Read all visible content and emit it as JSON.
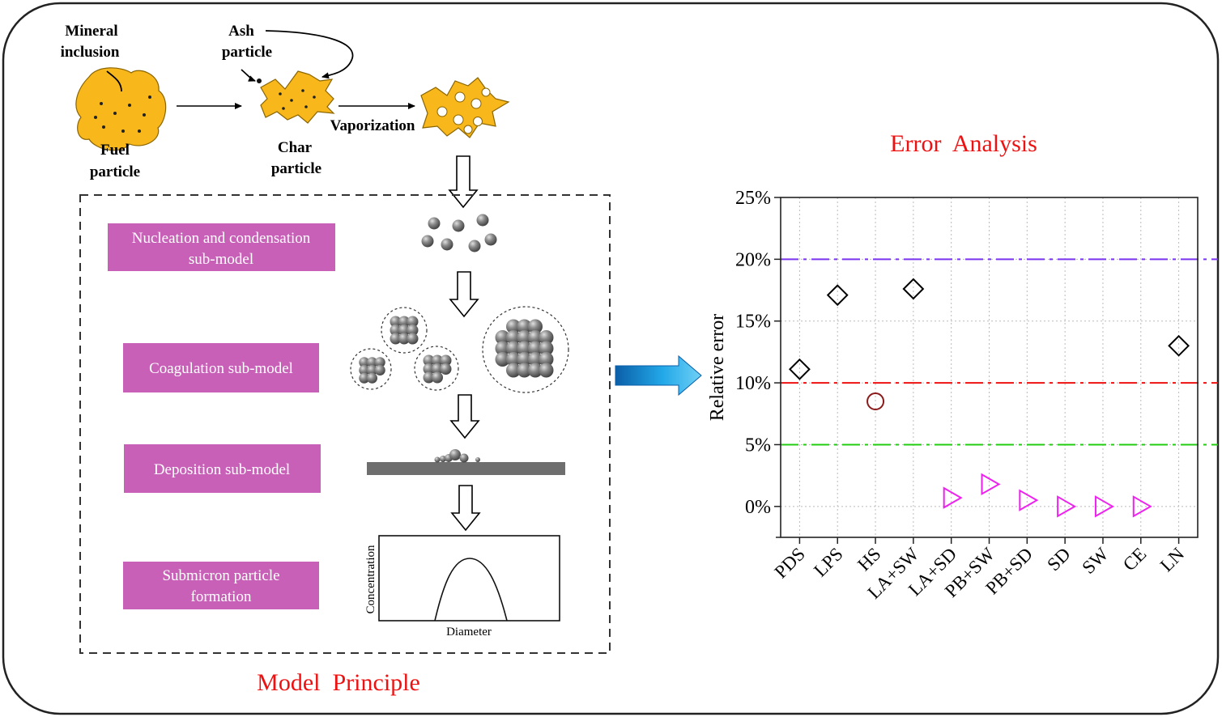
{
  "process": {
    "mineral_inclusion": [
      "Mineral",
      "inclusion"
    ],
    "ash_particle": [
      "Ash",
      "particle"
    ],
    "fuel_particle": [
      "Fuel",
      "particle"
    ],
    "char_particle": [
      "Char",
      "particle"
    ],
    "vaporization": "Vaporization"
  },
  "submodels": [
    {
      "label_lines": [
        "Nucleation and condensation",
        "sub-model"
      ]
    },
    {
      "label_lines": [
        "Coagulation sub-model"
      ]
    },
    {
      "label_lines": [
        "Deposition sub-model"
      ]
    },
    {
      "label_lines": [
        "Submicron particle",
        "formation"
      ]
    }
  ],
  "mini_plot": {
    "ylabel": "Concentration",
    "xlabel": "Diameter"
  },
  "model_title": "Model  Principle",
  "error_title": "Error  Analysis",
  "colors": {
    "fuel": "#f8b81c",
    "submodel_box": "#c860b8",
    "title_red": "#ee1111",
    "line_purple": "#7a33ee",
    "line_red": "#ee1111",
    "line_green": "#22cc11",
    "marker_black": "#000000",
    "marker_circle": "#8b1a1a",
    "marker_triangle": "#ee22ee",
    "arrow_blue": "#1fa0e0"
  },
  "chart_data": {
    "type": "scatter",
    "title": "Error  Analysis",
    "xlabel": "",
    "ylabel": "Relative error",
    "categories": [
      "PDS",
      "LPS",
      "HS",
      "LA+SW",
      "LA+SD",
      "PB+SW",
      "PB+SD",
      "SD",
      "SW",
      "CE",
      "LN"
    ],
    "yticks": [
      "0%",
      "5%",
      "10%",
      "15%",
      "20%",
      "25%"
    ],
    "ylim": [
      -2.5,
      25
    ],
    "grid": true,
    "reference_lines": [
      {
        "y": 20,
        "color": "#7a33ee"
      },
      {
        "y": 10,
        "color": "#ee1111"
      },
      {
        "y": 5,
        "color": "#22cc11"
      }
    ],
    "series": [
      {
        "marker": "diamond",
        "color": "#000000",
        "points": [
          {
            "x": "PDS",
            "y": 11.1
          },
          {
            "x": "LPS",
            "y": 17.1
          },
          {
            "x": "LA+SW",
            "y": 17.6
          },
          {
            "x": "LN",
            "y": 13.0
          }
        ]
      },
      {
        "marker": "circle",
        "color": "#8b1a1a",
        "points": [
          {
            "x": "HS",
            "y": 8.5
          }
        ]
      },
      {
        "marker": "triangle-right",
        "color": "#ee22ee",
        "points": [
          {
            "x": "LA+SD",
            "y": 0.7
          },
          {
            "x": "PB+SW",
            "y": 1.8
          },
          {
            "x": "PB+SD",
            "y": 0.5
          },
          {
            "x": "SD",
            "y": 0.0
          },
          {
            "x": "SW",
            "y": 0.0
          },
          {
            "x": "CE",
            "y": 0.0
          }
        ]
      }
    ]
  }
}
